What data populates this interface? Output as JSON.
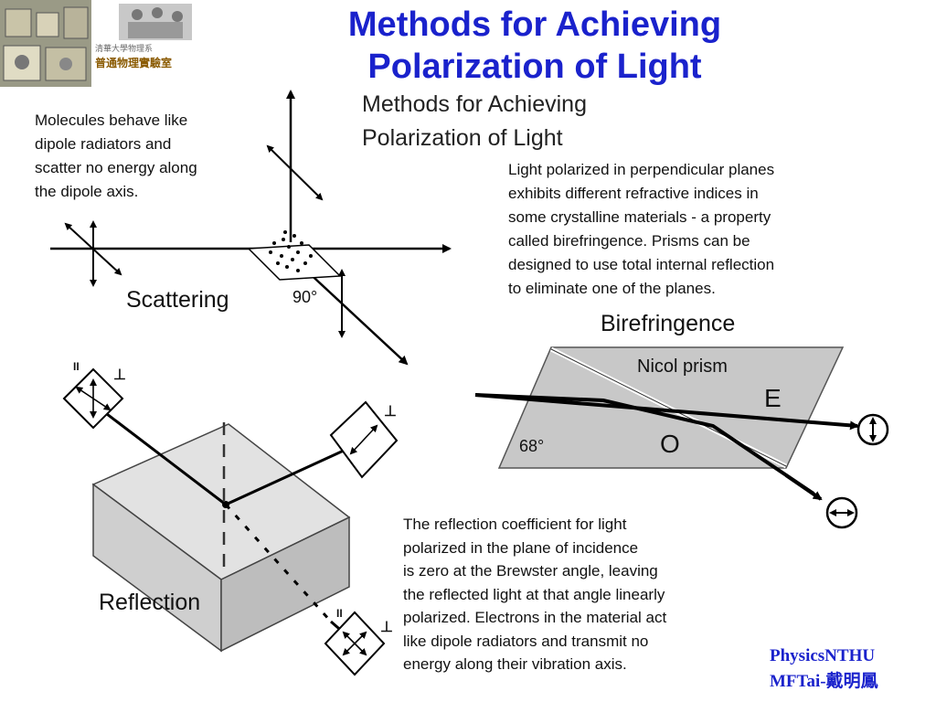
{
  "slide": {
    "title_line1": "Methods for Achieving",
    "title_line2": "Polarization of Light"
  },
  "logo": {
    "caption_small": "清華大學物理系",
    "caption_main": "普通物理實驗室"
  },
  "figure": {
    "title_line1": "Methods for Achieving",
    "title_line2": "Polarization of Light",
    "scattering": {
      "description": [
        "Molecules behave like",
        "dipole radiators and",
        "scatter no energy along",
        "the dipole axis."
      ],
      "label": "Scattering",
      "angle_label": "90°"
    },
    "birefringence": {
      "description": [
        "Light polarized in perpendicular planes",
        "exhibits different refractive indices in",
        "some crystalline materials - a property",
        "called birefringence. Prisms can be",
        "designed to use total internal reflection",
        "to eliminate one of the planes."
      ],
      "label": "Birefringence",
      "prism_label": "Nicol prism",
      "e_ray_label": "E",
      "o_ray_label": "O",
      "angle_label": "68°"
    },
    "reflection": {
      "description": [
        "The reflection coefficient for light",
        "polarized in the plane of incidence",
        "is zero at the Brewster angle, leaving",
        "the reflected light at that angle linearly",
        "polarized. Electrons in the material act",
        "like dipole radiators and transmit no",
        "energy along their vibration axis."
      ],
      "label": "Reflection",
      "parallel_symbol": "II",
      "perp_symbol": "⊥"
    }
  },
  "credit": {
    "line1": "PhysicsNTHU",
    "line2": "MFTai-戴明鳳"
  },
  "colors": {
    "title_blue": "#1a22cc",
    "credit_blue": "#1a22cc",
    "block_fill": "#d4d4d4",
    "prism_fill": "#c8c8c8"
  }
}
